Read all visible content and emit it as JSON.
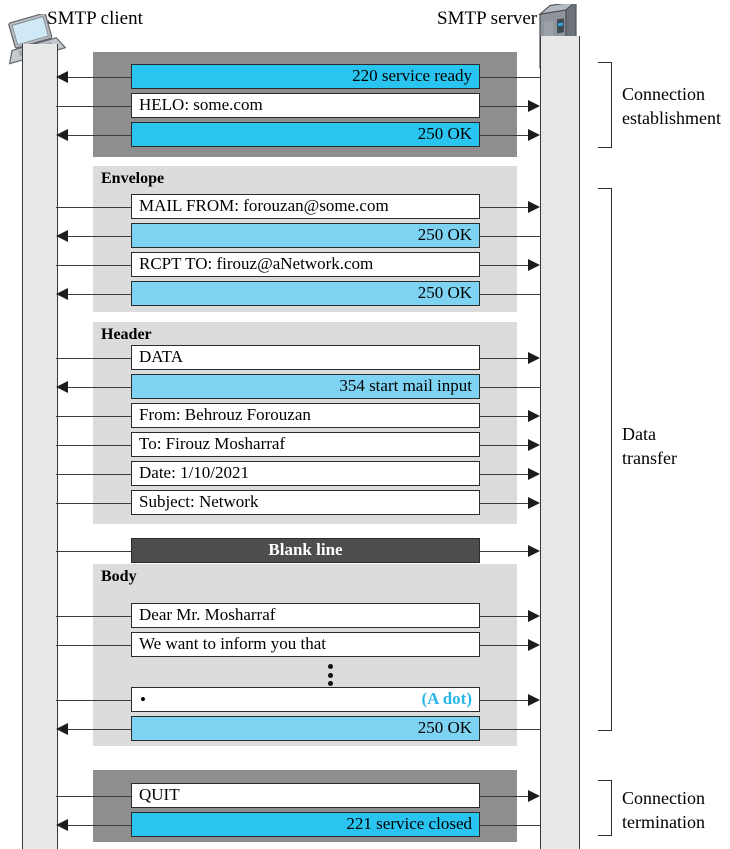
{
  "figure": {
    "title": "SMTP client-server message exchange",
    "client_label": "SMTP client",
    "server_label": "SMTP server",
    "client_icon": "laptop-icon",
    "server_icon": "server-tower-icon"
  },
  "colors": {
    "band_dark": "#8e8e8e",
    "band_light": "#dcdcdc",
    "response_cyan": "#29c5f0",
    "response_cyan_soft": "#7fd3f2",
    "blank_line_bar": "#4d4d4d",
    "lifeline": "#e8e8e8",
    "annotation_blue": "#29b6e8"
  },
  "phases": [
    {
      "id": "connection-establishment",
      "brace_label": "Connection\nestablishment"
    },
    {
      "id": "data-transfer",
      "brace_label": "Data\ntransfer"
    },
    {
      "id": "connection-termination",
      "brace_label": "Connection\ntermination"
    }
  ],
  "brace_labels": {
    "connection_establishment_line1": "Connection",
    "connection_establishment_line2": "establishment",
    "data_transfer_line1": "Data",
    "data_transfer_line2": "transfer",
    "connection_termination_line1": "Connection",
    "connection_termination_line2": "termination"
  },
  "sections": {
    "envelope_title": "Envelope",
    "header_title": "Header",
    "body_title": "Body"
  },
  "messages": [
    {
      "text": "220 service ready",
      "dir": "server-to-client",
      "kind": "response"
    },
    {
      "text": "HELO: some.com",
      "dir": "client-to-server",
      "kind": "request"
    },
    {
      "text": "250 OK",
      "dir": "server-to-client",
      "kind": "response"
    },
    {
      "text": "MAIL FROM: forouzan@some.com",
      "dir": "client-to-server",
      "kind": "request"
    },
    {
      "text": "250 OK",
      "dir": "server-to-client",
      "kind": "response"
    },
    {
      "text": "RCPT TO: firouz@aNetwork.com",
      "dir": "client-to-server",
      "kind": "request"
    },
    {
      "text": "250 OK",
      "dir": "server-to-client",
      "kind": "response"
    },
    {
      "text": "DATA",
      "dir": "client-to-server",
      "kind": "request"
    },
    {
      "text": "354 start mail input",
      "dir": "server-to-client",
      "kind": "response"
    },
    {
      "text": "From: Behrouz Forouzan",
      "dir": "client-to-server",
      "kind": "request"
    },
    {
      "text": " To: Firouz Mosharraf",
      "dir": "client-to-server",
      "kind": "request"
    },
    {
      "text": "Date: 1/10/2021",
      "dir": "client-to-server",
      "kind": "request"
    },
    {
      "text": " Subject: Network",
      "dir": "client-to-server",
      "kind": "request"
    },
    {
      "text": "Blank line",
      "dir": "client-to-server",
      "kind": "blank"
    },
    {
      "text": " Dear Mr. Mosharraf",
      "dir": "client-to-server",
      "kind": "request"
    },
    {
      "text": " We want to inform you that",
      "dir": "client-to-server",
      "kind": "request"
    },
    {
      "text": "(A dot)",
      "dir": "client-to-server",
      "kind": "request",
      "leading_bullet": "•"
    },
    {
      "text": "250 OK",
      "dir": "server-to-client",
      "kind": "response"
    },
    {
      "text": "QUIT",
      "dir": "client-to-server",
      "kind": "request"
    },
    {
      "text": "221 service closed",
      "dir": "server-to-client",
      "kind": "response"
    }
  ],
  "ellipsis": {
    "glyph": "⋮",
    "dot_count": 3
  }
}
